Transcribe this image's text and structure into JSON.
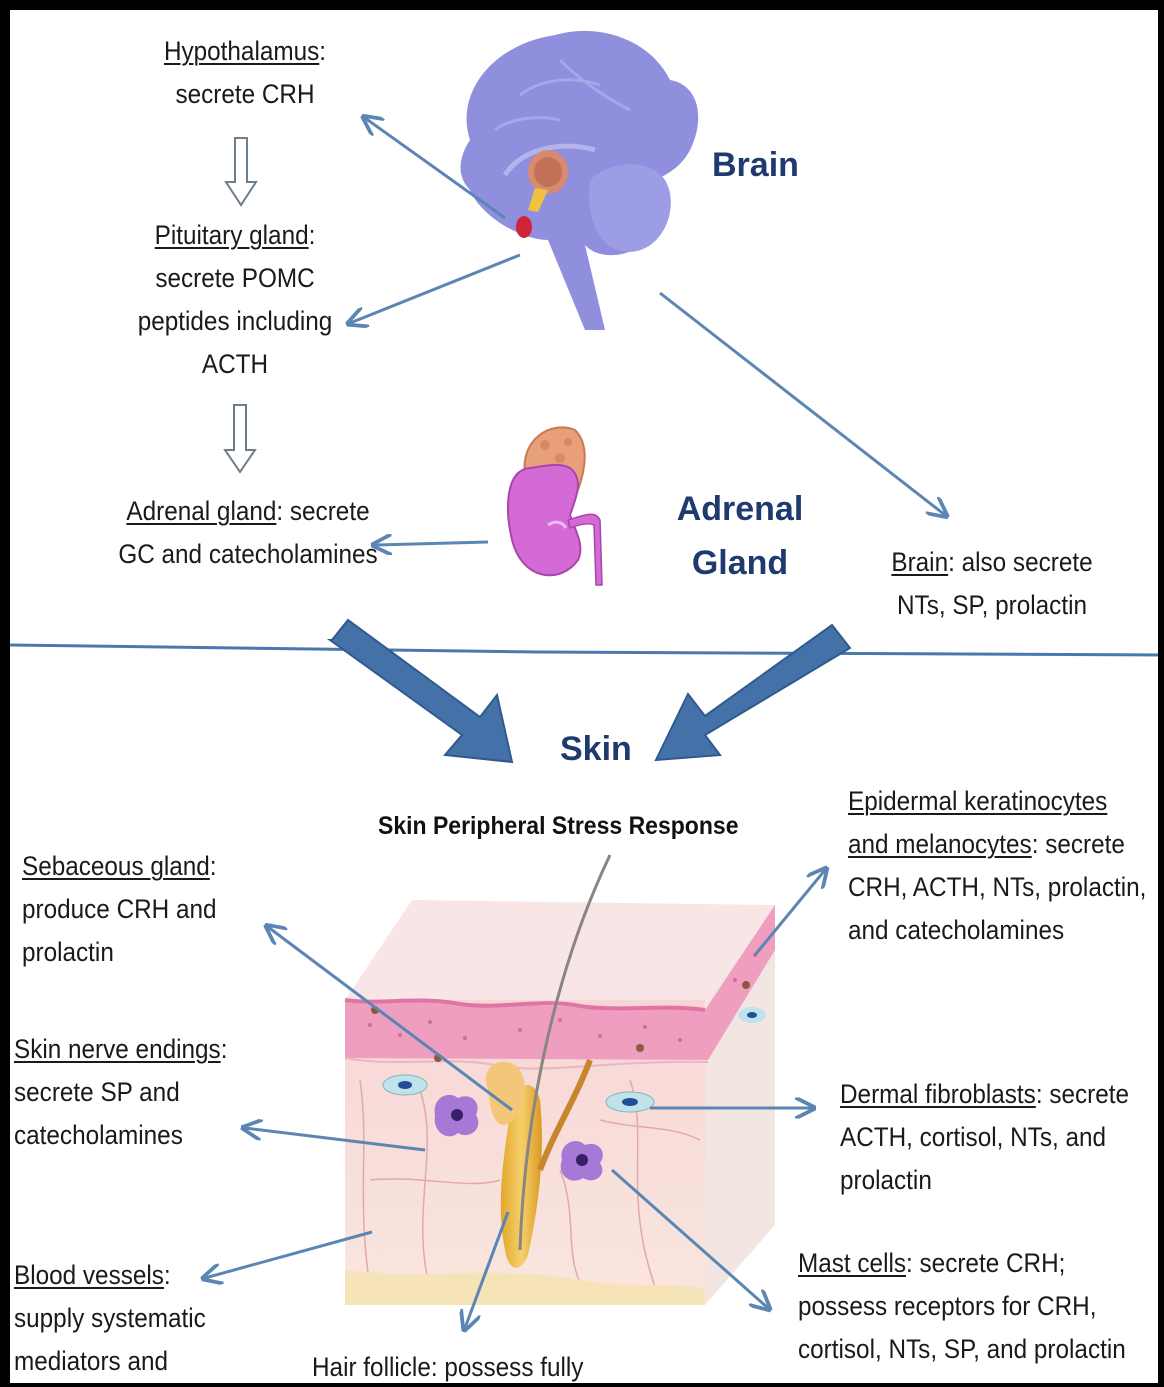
{
  "organs": {
    "brain": "Brain",
    "adrenal_line1": "Adrenal",
    "adrenal_line2": "Gland",
    "skin": "Skin"
  },
  "skin_subtitle": "Skin Peripheral Stress Response",
  "labels": {
    "hypothalamus": {
      "title": "Hypothalamus",
      "line1": "secrete CRH"
    },
    "pituitary": {
      "title": "Pituitary gland",
      "line1": "secrete POMC",
      "line2": "peptides including",
      "line3": "ACTH"
    },
    "adrenal": {
      "title": "Adrenal gland",
      "suffix": ": secrete",
      "line1": "GC and catecholamines"
    },
    "brain_also": {
      "title": "Brain",
      "suffix": ": also secrete",
      "line1": "NTs, SP, prolactin"
    },
    "sebaceous": {
      "title": "Sebaceous gland",
      "line1": "produce CRH and",
      "line2": "prolactin"
    },
    "nerve": {
      "title": "Skin nerve endings",
      "line1": "secrete SP and",
      "line2": "catecholamines"
    },
    "blood": {
      "title": "Blood vessels",
      "line1": "supply systematic",
      "line2": "mediators and"
    },
    "hair": {
      "line1": "Hair follicle: possess fully"
    },
    "epidermal": {
      "title1": "Epidermal keratinocytes",
      "title2": "and melanocytes",
      "suffix": ": secrete",
      "line1": "CRH, ACTH, NTs, prolactin,",
      "line2": "and catecholamines"
    },
    "dermal": {
      "title": "Dermal fibroblasts",
      "suffix": ": secrete",
      "line1": "ACTH, cortisol, NTs, and",
      "line2": "prolactin"
    },
    "mast": {
      "title": "Mast cells",
      "suffix": ": secrete CRH;",
      "line1": "possess receptors for CRH,",
      "line2": "cortisol, NTs, SP, and prolactin"
    }
  },
  "colors": {
    "arrow": "#5b86b3",
    "big_arrow": "#4472a8",
    "divider": "#4a78ac",
    "brain": "#8f8fde",
    "organ_text": "#1f3a6e",
    "kidney": "#d46ad6"
  }
}
